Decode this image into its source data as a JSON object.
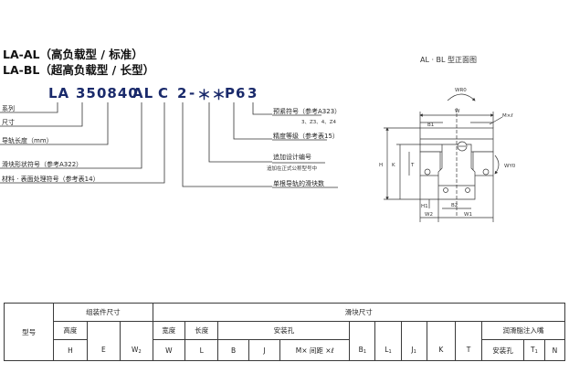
{
  "titles": {
    "line1": "LA-AL（高负载型 / 标准）",
    "line2": "LA-BL（超高负载型 / 长型）"
  },
  "code": {
    "parts": [
      "LA",
      "35",
      "0840",
      "AL",
      "C",
      "2",
      "-",
      "＊＊",
      "P6",
      "3"
    ]
  },
  "left_labels": {
    "series": "系列",
    "size": "尺寸",
    "rail_length": "导轨长度（mm）",
    "block_type": "滑块形状符号（参考A322）",
    "material": "材料 · 表面处理符号（参考表14）"
  },
  "right_labels": {
    "preload": "预紧符号（参考A323）",
    "preload_note": "3、Z3、4、Z4",
    "accuracy": "精度等级（参考表15）",
    "design_no": "追加设计编号",
    "design_no_note": "追加在正式公称型号中",
    "blocks_per_rail": "单根导轨的滑块数"
  },
  "diagram": {
    "title": "AL · BL 型正面图",
    "labels": {
      "wro": "WR0",
      "w": "W",
      "b1": "B1",
      "m_l": "M×ℓ",
      "h": "H",
      "k": "K",
      "t": "T",
      "wyo": "WY0",
      "b2": "B2",
      "h1": "H1",
      "w2": "W2",
      "w1": "W1"
    }
  },
  "table": {
    "model": "型号",
    "assembly": "组装件尺寸",
    "block": "滑块尺寸",
    "height": "高度",
    "width": "宽度",
    "length": "长度",
    "mount_hole": "安装孔",
    "grease": "润滑脂注入嘴",
    "grease_hole": "安装孔",
    "cols": {
      "h": "H",
      "e": "E",
      "w2": "W",
      "w2_sub": "2",
      "w": "W",
      "l": "L",
      "b": "B",
      "j": "J",
      "m": "M× 间距 ×ℓ",
      "b1": "B",
      "b1_sub": "1",
      "l1": "L",
      "l1_sub": "1",
      "j1": "J",
      "j1_sub": "1",
      "k": "K",
      "t": "T",
      "t1": "T",
      "t1_sub": "1",
      "n": "N"
    }
  }
}
